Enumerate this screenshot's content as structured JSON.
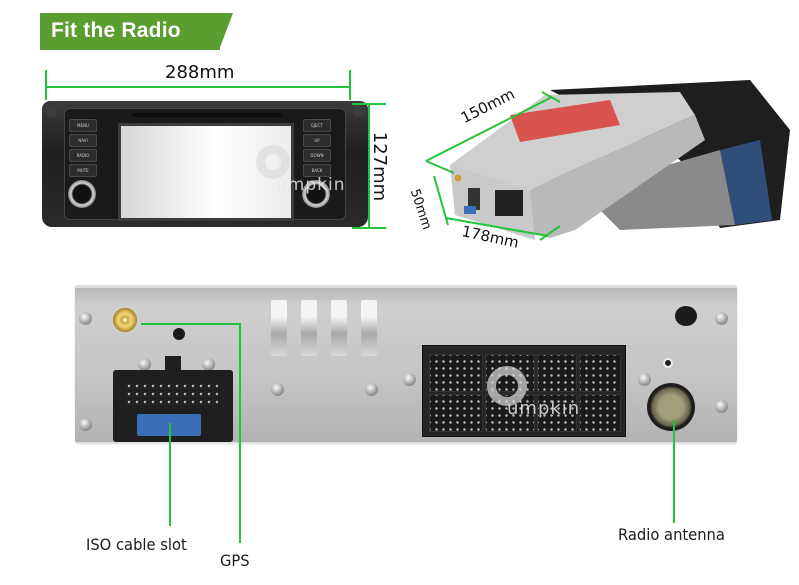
{
  "header": {
    "title": "Fit the Radio"
  },
  "front_view": {
    "width_dim": "288mm",
    "height_dim": "127mm",
    "left_buttons": [
      "MENU",
      "NAVI",
      "RADIO",
      "MUTE"
    ],
    "right_buttons": [
      "EJECT",
      "UP",
      "DOWN",
      "BACK"
    ],
    "watermark": "umpkin"
  },
  "side_view": {
    "depth_dim": "150mm",
    "height_dim": "50mm",
    "width_dim": "178mm"
  },
  "rear_view": {
    "watermark": "umpkin",
    "callouts": {
      "iso": "ISO cable slot",
      "gps": "GPS",
      "radio": "Radio antenna"
    }
  },
  "colors": {
    "accent_green": "#5a9e2f",
    "dimension_line": "#22c53a",
    "iso_blue": "#3a6fb8"
  }
}
